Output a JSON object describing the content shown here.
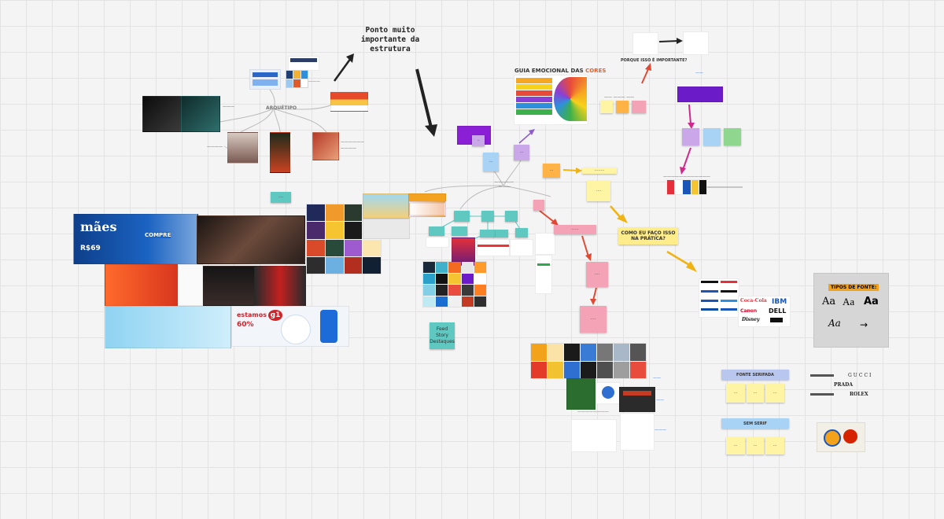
{
  "canvas": {
    "headline": "Ponto muito importante da estrutura",
    "arquetipo_label": "ARQUÉTIPO",
    "guia_title_prefix": "GUIA EMOCIONAL DAS ",
    "guia_title_highlight": "CORES",
    "pratica_question": "COMO EU FAÇO ISSO NA PRÁTICA?",
    "importance_label": "PORQUE ISSO É IMPORTANTE?",
    "feed_note": "Feed Story Destaques",
    "fonte_serifada": "FONTE SERIFADA",
    "sem_serif": "SEM SERIF",
    "tipos_de_fonte": "TIPOS DE FONTE:",
    "font_samples": [
      "Aa",
      "Aa",
      "Aa",
      "Aa"
    ],
    "ad_banner": {
      "heading": "mães",
      "sub": "COMPRE",
      "price": "R$69"
    },
    "g1_banner": {
      "heading": "estamos",
      "badge": "g1",
      "percent": "60%"
    },
    "logos": {
      "coca": "Coca-Cola",
      "ibm": "IBM",
      "canon": "Canon",
      "dell": "DELL",
      "disney": "Disney"
    },
    "luxury": {
      "gucci": "GUCCI",
      "prada": "PRADA",
      "rolex": "ROLEX"
    }
  },
  "colors": {
    "sticky_yellow": "#fff4a3",
    "sticky_orange": "#ffb347",
    "sticky_pink": "#f4a3b6",
    "sticky_purple": "#c9a7e8",
    "sticky_teal": "#5ec8c1",
    "sticky_blue": "#a9d3f5",
    "sticky_green": "#8fd68f",
    "arrow_orange": "#f0b315",
    "arrow_red": "#e04a35",
    "arrow_magenta": "#d1298c",
    "arrow_black": "#222222"
  }
}
